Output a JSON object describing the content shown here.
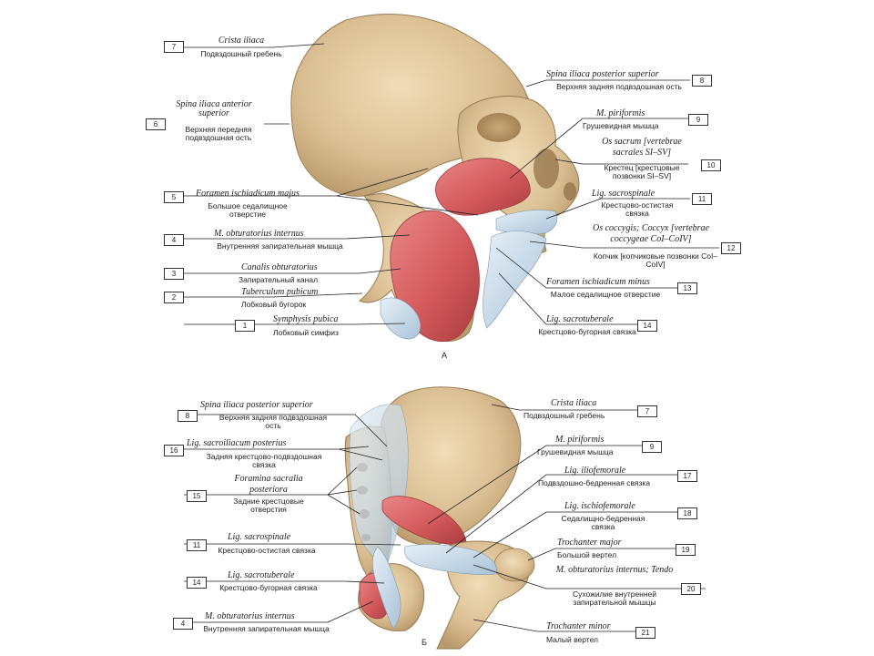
{
  "panel_a": {
    "letter": "А",
    "labels": [
      {
        "num": "7",
        "latin": "Crista iliaca",
        "russian": "Подвздошный гребень"
      },
      {
        "num": "8",
        "latin": "Spina iliaca posterior superior",
        "russian": "Верхняя задняя подвздошная ость"
      },
      {
        "num": "6",
        "latin": "Spina iliaca anterior superior",
        "russian": "Верхняя передняя подвздошная ость"
      },
      {
        "num": "9",
        "latin": "M. piriformis",
        "russian": "Грушевидная мышца"
      },
      {
        "num": "10",
        "latin": "Os sacrum [vertebrae sacrales SI–SV]",
        "russian": "Крестец [крестцовые позвонки SI–SV]"
      },
      {
        "num": "5",
        "latin": "Foramen ischiadicum majus",
        "russian": "Большое седалищное отверстие"
      },
      {
        "num": "11",
        "latin": "Lig. sacrospinale",
        "russian": "Крестцово-остистая связка"
      },
      {
        "num": "4",
        "latin": "M. obturatorius internus",
        "russian": "Внутренняя запирательная мышца"
      },
      {
        "num": "12",
        "latin": "Os coccygis; Coccyx [vertebrae coccygeae CoI–CoIV]",
        "russian": "Копчик [копчиковые позвонки CoI–CoIV]"
      },
      {
        "num": "3",
        "latin": "Canalis obturatorius",
        "russian": "Запирательный канал"
      },
      {
        "num": "2",
        "latin": "Tuberculum pubicum",
        "russian": "Лобковый бугорок"
      },
      {
        "num": "13",
        "latin": "Foramen ischiadicum minus",
        "russian": "Малое седалищное отверстие"
      },
      {
        "num": "1",
        "latin": "Symphysis pubica",
        "russian": "Лобковый симфиз"
      },
      {
        "num": "14",
        "latin": "Lig. sacrotuberale",
        "russian": "Крестцово-бугорная связка"
      }
    ]
  },
  "panel_b": {
    "letter": "Б",
    "labels": [
      {
        "num": "8",
        "latin": "Spina iliaca posterior superior",
        "russian": "Верхняя задняя подвздошная ость"
      },
      {
        "num": "7",
        "latin": "Crista iliaca",
        "russian": "Подвздошный гребень"
      },
      {
        "num": "16",
        "latin": "Lig. sacroiliacum posterius",
        "russian": "Задняя крестцово-подвздошная связка"
      },
      {
        "num": "9",
        "latin": "M. piriformis",
        "russian": "Грушевидная мышца"
      },
      {
        "num": "15",
        "latin": "Foramina sacralia posteriora",
        "russian": "Задние крестцовые отверстия"
      },
      {
        "num": "17",
        "latin": "Lig. iliofemorale",
        "russian": "Подвздошно-бедренная связка"
      },
      {
        "num": "18",
        "latin": "Lig. ischiofemorale",
        "russian": "Седалищно-бедренная связка"
      },
      {
        "num": "11",
        "latin": "Lig. sacrospinale",
        "russian": "Крестцово-остистая связка"
      },
      {
        "num": "19",
        "latin": "Trochanter major",
        "russian": "Большой вертел"
      },
      {
        "num": "20",
        "latin": "M. obturatorius internus; Tendo",
        "russian": "Сухожилие внутренней запирательной мышцы"
      },
      {
        "num": "14",
        "latin": "Lig. sacrotuberale",
        "russian": "Крестцово-бугорная связка"
      },
      {
        "num": "4",
        "latin": "M. obturatorius internus",
        "russian": "Внутренняя запирательная мышца"
      },
      {
        "num": "21",
        "latin": "Trochanter minor",
        "russian": "Малый вертел"
      }
    ]
  }
}
